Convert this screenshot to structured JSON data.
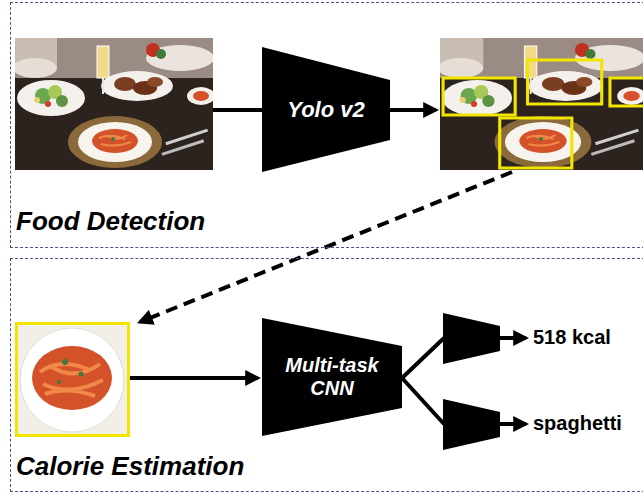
{
  "diagram": {
    "nodes": [
      {
        "text": [
          "Food Detection"
        ]
      },
      {
        "text": [
          "Yolo v2"
        ],
        "in": 0
      },
      {
        "text": [
          "Calorie Estimation"
        ]
      },
      {
        "text": [
          "Multi-task CNN"
        ],
        "in": 2
      }
    ],
    "labels": [
      "518 kcal",
      "spaghetti"
    ]
  }
}
